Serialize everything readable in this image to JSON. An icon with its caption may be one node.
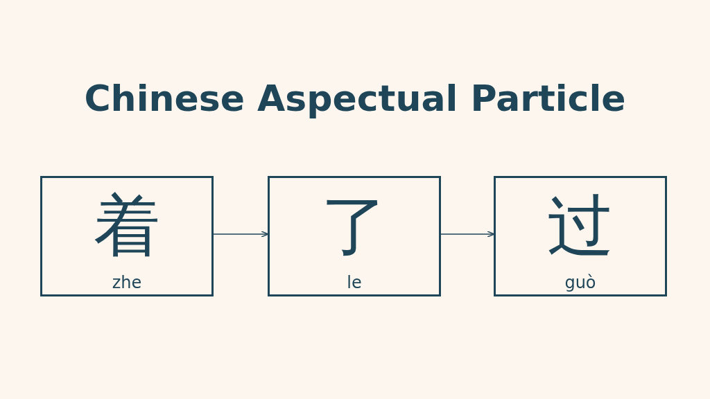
{
  "diagram": {
    "title": "Chinese Aspectual Particle",
    "nodes": [
      {
        "text": [
          "着",
          "zhe"
        ]
      },
      {
        "text": [
          "了",
          "le"
        ]
      },
      {
        "text": [
          "过",
          "guò"
        ]
      }
    ],
    "edges": [
      {
        "from": 0,
        "to": 1,
        "arrow": "to"
      },
      {
        "from": 1,
        "to": 2,
        "arrow": "to"
      }
    ]
  }
}
